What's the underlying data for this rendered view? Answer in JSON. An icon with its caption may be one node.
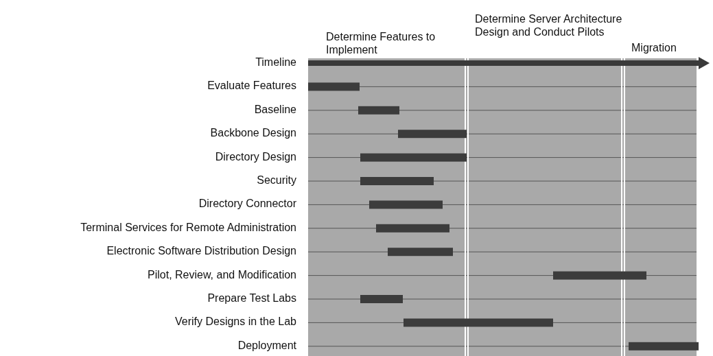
{
  "diagram": {
    "labels": [
      "Determine Features to Implement",
      "Determine Server Architecture Design and Conduct Pilots",
      "Migration",
      "Timeline",
      "Evaluate Features",
      "Baseline",
      "Backbone Design",
      "Directory Design",
      "Security",
      "Directory Connector",
      "Terminal Services for Remote Administration",
      "Electronic Software Distribution Design",
      "Pilot, Review, and Modification",
      "Prepare Test Labs",
      "Verify Designs in the Lab",
      "Deployment"
    ]
  }
}
